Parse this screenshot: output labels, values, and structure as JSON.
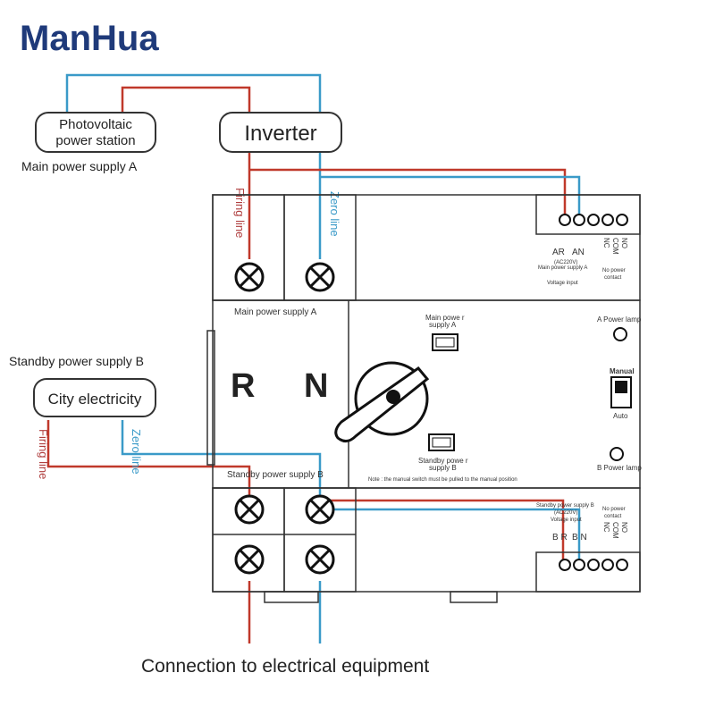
{
  "brand": {
    "logo": "ManHua"
  },
  "colors": {
    "firing": "#c0392b",
    "zero": "#3a9ac8",
    "logo": "#1f3a7a",
    "device": "#333333"
  },
  "nodes": {
    "pv": {
      "line1": "Photovoltaic",
      "line2": "power station"
    },
    "inverter": "Inverter",
    "city": "City electricity"
  },
  "labels": {
    "main_supply": "Main power supply A",
    "standby_supply": "Standby power supply B",
    "firing_line": "Firing line",
    "zero_line": "Zero line",
    "output": "Connection to electrical equipment"
  },
  "device": {
    "main_supply_label": "Main power supply A",
    "standby_supply_label": "Standby power supply B",
    "terminal_r": "R",
    "terminal_n": "N",
    "main_power_btn": {
      "line1": "Main powe r",
      "line2": "supply A"
    },
    "standby_power_btn": {
      "line1": "Standby powe r",
      "line2": "supply B"
    },
    "a_lamp": "A Power lamp",
    "b_lamp": "B Power lamp",
    "manual": "Manual",
    "auto": "Auto",
    "note": "Note : the manual switch must be pulled to the manual position",
    "top_block": {
      "ar": "AR",
      "an": "AN",
      "nc": "NC",
      "no": "NO",
      "com": "COM",
      "ac": "(AC220V)",
      "sub1": "Main power supply A",
      "sub2": "Voltage input",
      "nopower": "No power",
      "contact": "contact"
    },
    "bottom_block": {
      "br": "B R",
      "bn": "B N",
      "nc": "NC",
      "no": "NO",
      "com": "COM",
      "ac": "(AC220V)",
      "sub1": "Standby power supply B",
      "sub2": "Voltage input",
      "nopower": "No power",
      "contact": "contact"
    }
  }
}
